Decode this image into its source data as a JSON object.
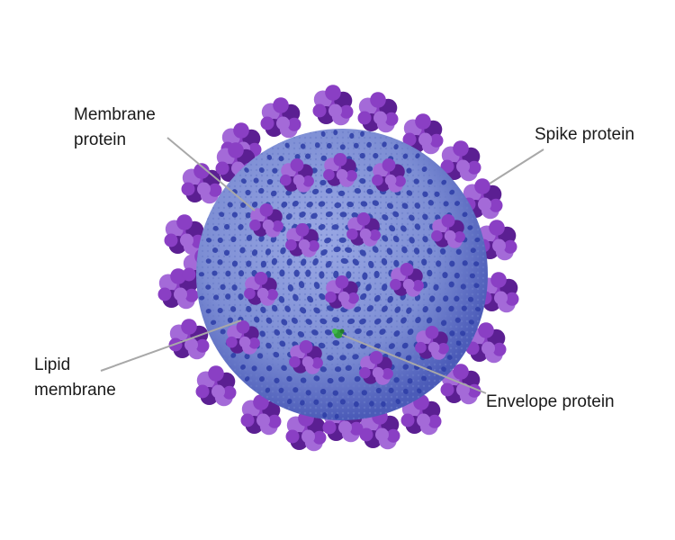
{
  "labels": {
    "membrane_protein": [
      "Membrane",
      "protein"
    ],
    "spike_protein": "Spike protein",
    "lipid_membrane": [
      "Lipid",
      "membrane"
    ],
    "envelope_protein": "Envelope protein"
  },
  "colors": {
    "membrane_surface": "#7d8ed4",
    "membrane_dark": "#3f4fb0",
    "membrane_protein_dots": "#2d3ea6",
    "spike_light": "#a46ad8",
    "spike_mid": "#8a3fc4",
    "spike_dark": "#5b1f92",
    "envelope_protein": "#2f9a3a",
    "leader_line": "#a8a8a8"
  }
}
